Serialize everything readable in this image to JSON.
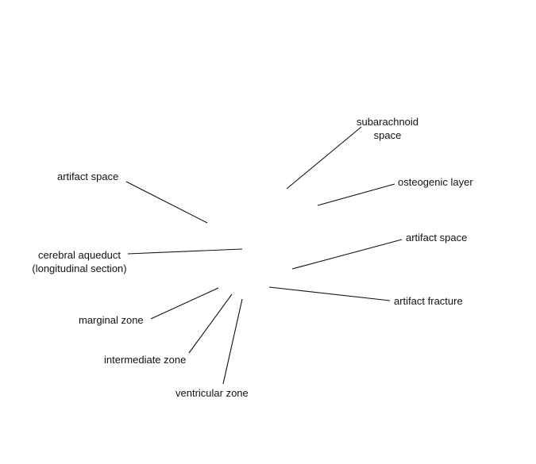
{
  "labels": {
    "subarachnoid_space_line1": "subarachnoid",
    "subarachnoid_space_line2": "space",
    "osteogenic_layer": "osteogenic layer",
    "artifact_space_right": "artifact space",
    "artifact_fracture": "artifact fracture",
    "artifact_space_left": "artifact space",
    "cerebral_aqueduct_line1": "cerebral aqueduct",
    "cerebral_aqueduct_line2": "(longitudinal section)",
    "marginal_zone": "marginal zone",
    "intermediate_zone": "intermediate zone",
    "ventricular_zone": "ventricular zone"
  }
}
